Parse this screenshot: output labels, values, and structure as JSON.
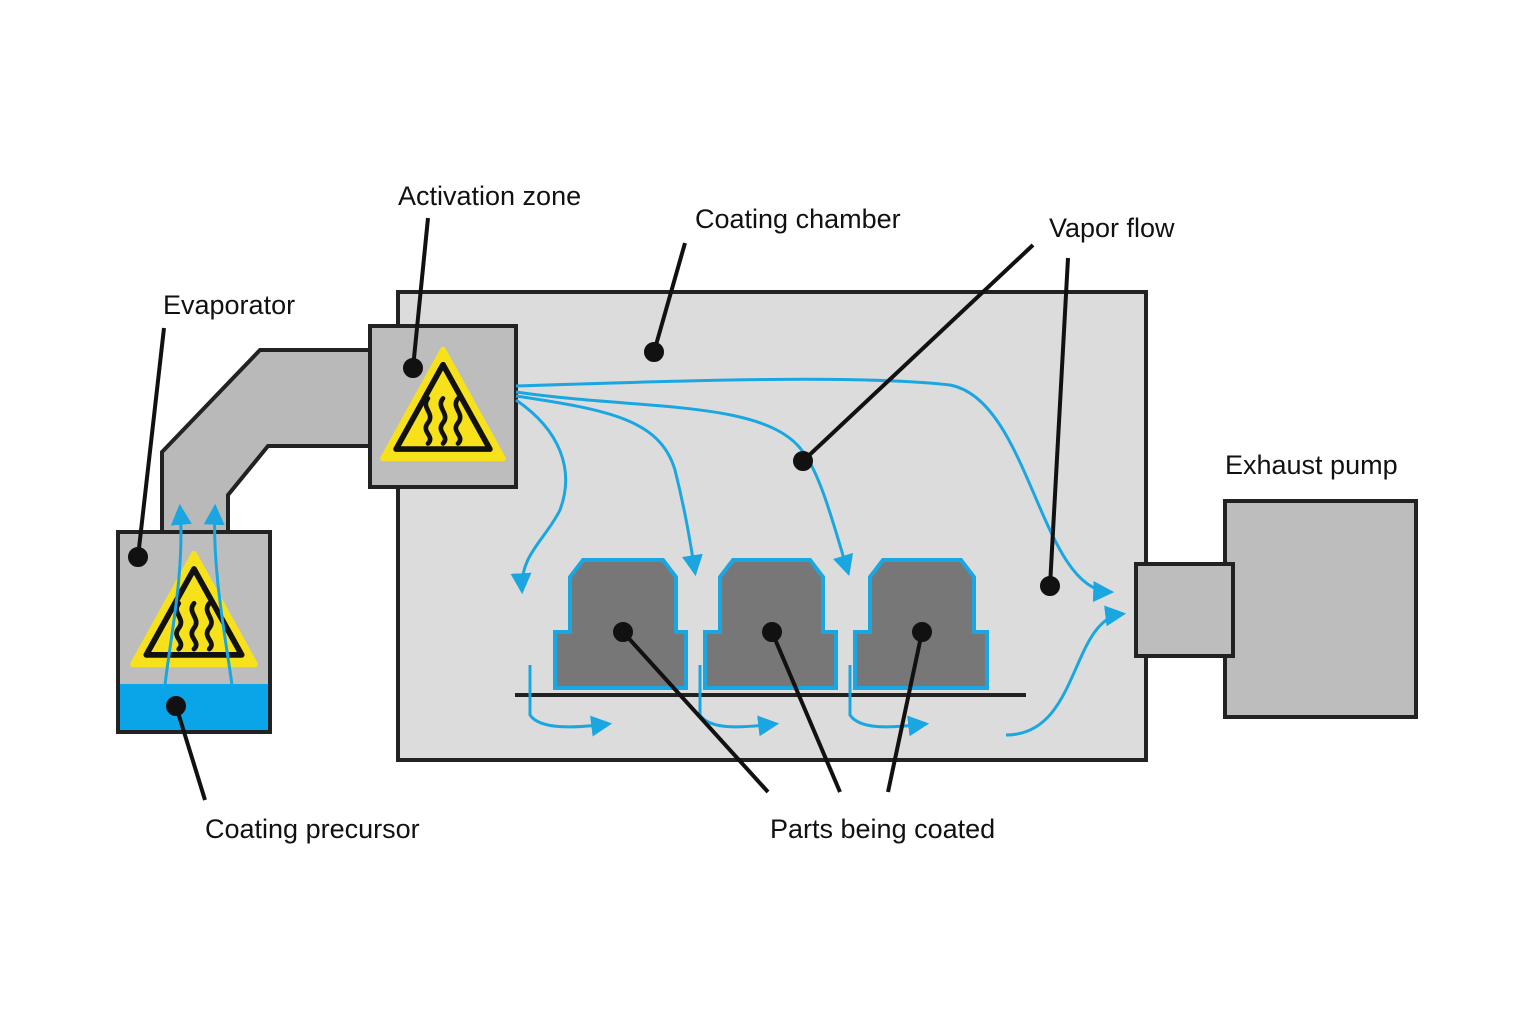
{
  "labels": {
    "activation_zone": "Activation zone",
    "coating_chamber": "Coating chamber",
    "vapor_flow": "Vapor flow",
    "evaporator": "Evaporator",
    "exhaust_pump": "Exhaust pump",
    "coating_precursor": "Coating precursor",
    "parts_being_coated": "Parts being coated"
  },
  "colors": {
    "background": "#ffffff",
    "chamber_fill": "#dcdcdc",
    "duct_fill": "#b9b9b9",
    "box_fill": "#bdbdbd",
    "part_fill": "#777777",
    "outline": "#222222",
    "vapor_flow": "#1aa7e1",
    "precursor_liquid": "#0aa4e8",
    "warning_yellow": "#f7e11b"
  },
  "icons": {
    "evaporator_heater": "hot-surface-warning-icon",
    "activation_heater": "hot-surface-warning-icon"
  }
}
